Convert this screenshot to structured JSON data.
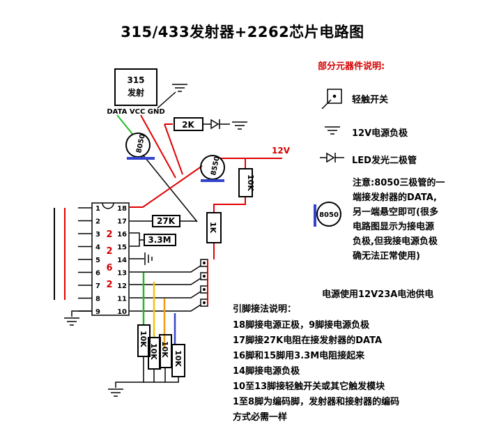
{
  "title": "315/433发射器+2262芯片电路图",
  "legend": {
    "title": "部分元器件说明:",
    "switch": "轻触开关",
    "ground": "12V电源负极",
    "led": "LED发光二极管"
  },
  "note": {
    "lines": [
      "注意:8050三极管的一",
      "端接发射器的DATA,",
      "另一端悬空即可(很多",
      "电路图显示为接电源",
      "负极,但我接电源负极",
      "确无法正常使用)"
    ]
  },
  "supply_note": "电源使用12V23A电池供电",
  "pin_notes": {
    "title": "引脚接法说明：",
    "lines": [
      "18脚接电源正极，9脚接电源负极",
      "17脚接27K电阻在接发射器的DATA",
      "16脚和15脚用3.3M电阻接起来",
      "14脚接电源负极",
      "10至13脚接轻触开关或其它触发模块",
      "1至8脚为编码脚，发射器和接射器的编码",
      "方式必需一样"
    ]
  },
  "transmitter": {
    "line1": "315",
    "line2": "发射",
    "pins": "DATA  VCC  GND"
  },
  "transistors": {
    "npn": "8050",
    "pnp": "8550"
  },
  "resistors": {
    "r2k": "2K",
    "r27k": "27K",
    "r33m": "3.3M",
    "r10k_top": "10K",
    "r1k": "1K",
    "r10k_bottom": "10K"
  },
  "supply_label": "12V",
  "chip": {
    "label": [
      "2",
      "2",
      "6",
      "2"
    ],
    "left_pins": [
      "1",
      "2",
      "3",
      "4",
      "5",
      "6",
      "7",
      "8",
      "9"
    ],
    "right_pins": [
      "18",
      "17",
      "16",
      "15",
      "14",
      "13",
      "12",
      "11",
      "10"
    ]
  },
  "colors": {
    "wire": "#000000",
    "power": "#e00000",
    "accent_red": "#d40000",
    "green": "#22bb22",
    "orange": "#f39c12",
    "blue": "#3344cc",
    "transistor_base": "#3344cc"
  }
}
